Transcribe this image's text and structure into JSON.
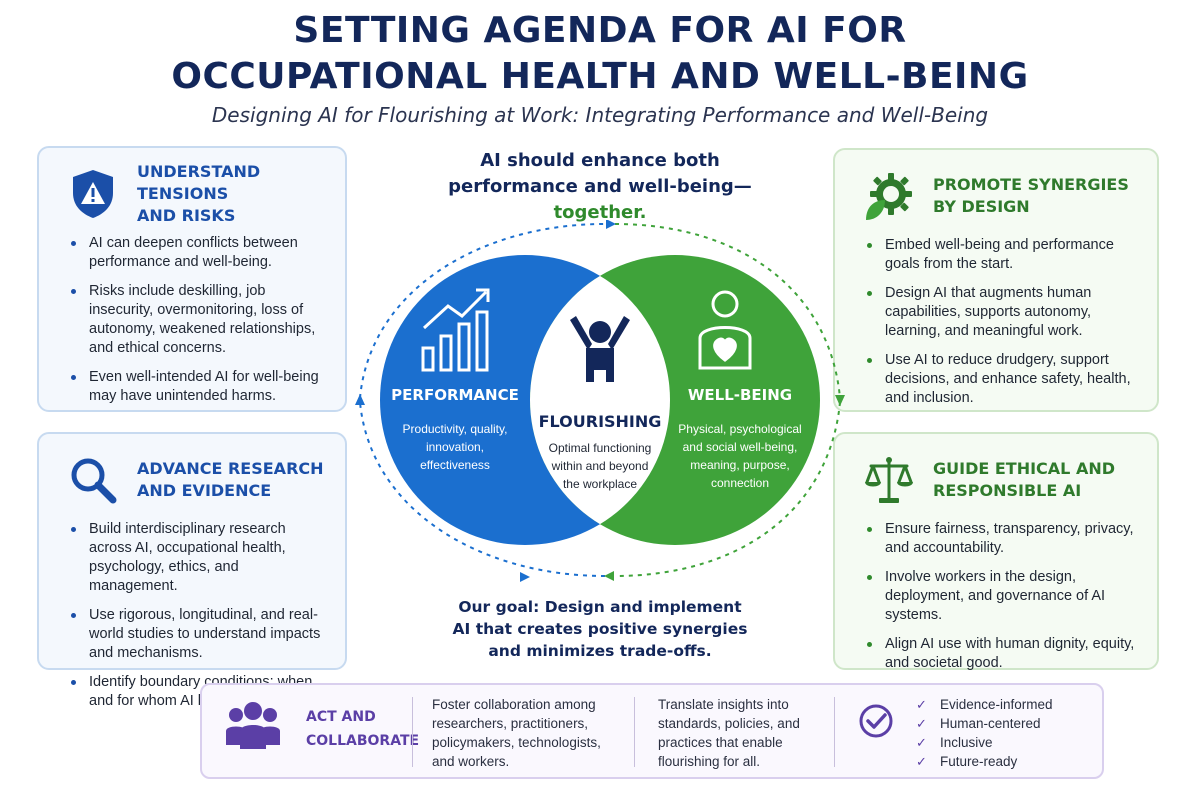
{
  "header": {
    "title_line1": "SETTING AGENDA FOR AI FOR",
    "title_line2": "OCCUPATIONAL HEALTH AND WELL-BEING",
    "subtitle": "Designing AI for Flourishing at Work: Integrating Performance and Well-Being"
  },
  "cards": {
    "tensions": {
      "title_line1": "UNDERSTAND TENSIONS",
      "title_line2": "AND RISKS",
      "icon": "warning-shield-icon",
      "bullets": [
        "AI can deepen conflicts between performance and well-being.",
        "Risks include deskilling, job insecurity, overmonitoring, loss of autonomy, weakened relationships, and ethical concerns.",
        "Even well-intended AI for well-being may have unintended harms."
      ]
    },
    "research": {
      "title_line1": "ADVANCE RESEARCH",
      "title_line2": "AND EVIDENCE",
      "icon": "magnifier-icon",
      "bullets": [
        "Build interdisciplinary research across AI, occupational health, psychology, ethics, and management.",
        "Use rigorous, longitudinal, and real-world studies to understand impacts and mechanisms.",
        "Identify boundary conditions: when and for whom AI helps or harms."
      ]
    },
    "synergies": {
      "title_line1": "PROMOTE SYNERGIES",
      "title_line2": "BY DESIGN",
      "icon": "gear-leaf-icon",
      "bullets": [
        "Embed well-being and performance goals from the start.",
        "Design AI that augments human capabilities, supports autonomy, learning, and meaningful work.",
        "Use AI to reduce drudgery, support decisions, and enhance safety, health, and inclusion."
      ]
    },
    "ethics": {
      "title_line1": "GUIDE ETHICAL AND",
      "title_line2": "RESPONSIBLE AI",
      "icon": "scales-icon",
      "bullets": [
        "Ensure fairness, transparency, privacy, and accountability.",
        "Involve workers in the design, deployment, and governance of AI systems.",
        "Align AI use with human dignity, equity, and societal good."
      ]
    }
  },
  "center": {
    "top_line1": "AI should enhance both",
    "top_line2": "performance and well-being—",
    "top_line3": "together.",
    "bottom_line1": "Our goal: Design and implement",
    "bottom_line2": "AI that creates positive synergies",
    "bottom_line3": "and minimizes trade-offs.",
    "performance": {
      "title": "PERFORMANCE",
      "desc_line1": "Productivity, quality,",
      "desc_line2": "innovation,",
      "desc_line3": "effectiveness"
    },
    "flourishing": {
      "title": "FLOURISHING",
      "desc_line1": "Optimal functioning",
      "desc_line2": "within and beyond",
      "desc_line3": "the workplace"
    },
    "wellbeing": {
      "title": "WELL-BEING",
      "desc_line1": "Physical, psychological",
      "desc_line2": "and social well-being,",
      "desc_line3": "meaning, purpose,",
      "desc_line4": "connection"
    }
  },
  "bottom_bar": {
    "title_line1": "ACT AND",
    "title_line2": "COLLABORATE",
    "icon": "people-group-icon",
    "col1_line1": "Foster collaboration among",
    "col1_line2": "researchers, practitioners,",
    "col1_line3": "policymakers, technologists,",
    "col1_line4": "and workers.",
    "col2_line1": "Translate insights into",
    "col2_line2": "standards, policies, and",
    "col2_line3": "practices that enable",
    "col2_line4": "flourishing for all.",
    "checks": [
      "Evidence-informed",
      "Human-centered",
      "Inclusive",
      "Future-ready"
    ]
  },
  "colors": {
    "navy": "#13275a",
    "blue": "#1b6fcf",
    "green": "#3fa33a",
    "purple": "#5b3fa6"
  }
}
